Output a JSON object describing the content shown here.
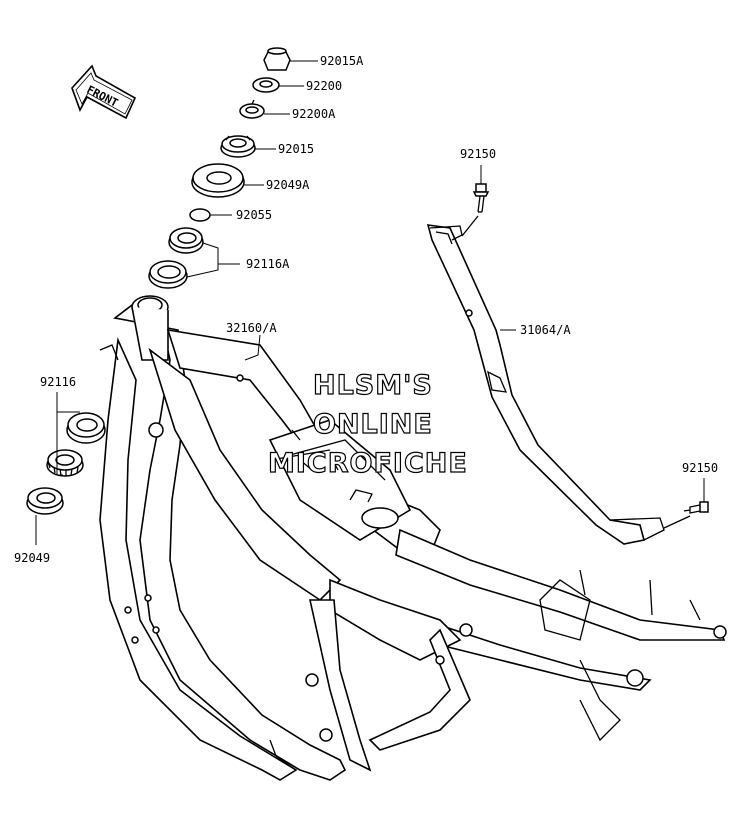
{
  "front_arrow": {
    "label": "FRONT"
  },
  "watermark": {
    "line1": "HLSM'S",
    "line2": "ONLINE",
    "line3": "MICROFICHE"
  },
  "parts": [
    {
      "id": "p1",
      "number": "92015A"
    },
    {
      "id": "p2",
      "number": "92200"
    },
    {
      "id": "p3",
      "number": "92200A"
    },
    {
      "id": "p4",
      "number": "92015"
    },
    {
      "id": "p5",
      "number": "92049A"
    },
    {
      "id": "p6",
      "number": "92055"
    },
    {
      "id": "p7",
      "number": "92116A"
    },
    {
      "id": "p8",
      "number": "32160/A"
    },
    {
      "id": "p9",
      "number": "92116"
    },
    {
      "id": "p10",
      "number": "92049"
    },
    {
      "id": "p11",
      "number": "92150"
    },
    {
      "id": "p12",
      "number": "31064/A"
    },
    {
      "id": "p13",
      "number": "92150"
    }
  ]
}
